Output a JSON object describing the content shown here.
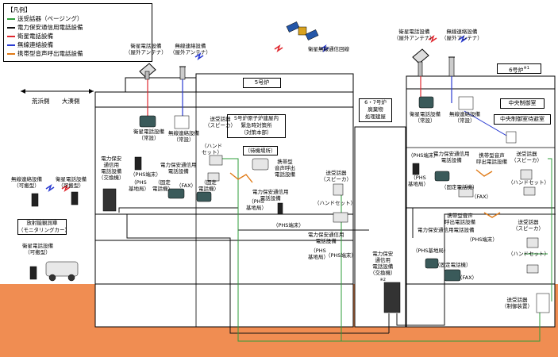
{
  "legend": {
    "title": "【凡例】",
    "items": [
      {
        "label": "送受話器（ページング）",
        "color": "#2e9d3a"
      },
      {
        "label": "電力保安通信用電話設備",
        "color": "#111111"
      },
      {
        "label": "衛星電話設備",
        "color": "#e0282f"
      },
      {
        "label": "無線連絡設備",
        "color": "#2a3bd1"
      },
      {
        "label": "携帯型音声呼出電話設備",
        "color": "#e07a16"
      }
    ]
  },
  "colors": {
    "ground": "#f08d52",
    "building": "#ffffff"
  },
  "labels": {
    "satellite": "衛星無線通信回線",
    "sat_phone_antenna_left": "衛星電話設備\n（屋外アンテナ）",
    "radio_antenna_left": "無線連絡設備\n（屋外アンテナ）",
    "sat_phone_antenna_right": "衛星電話設備\n（屋外アンテナ）",
    "radio_antenna_right": "無線連絡設備\n（屋外アンテナ）",
    "unit5": "5号炉",
    "unit6": "6号炉",
    "unit6_sup": "※1",
    "sea_side": "荒浜側",
    "mountain_side": "大湊側",
    "sat_phone_fixed_5": "衛星電話設備\n（常設）",
    "radio_fixed_5": "無線連絡設備\n（常設）",
    "hq_box": "5号炉原子炉建屋内\n緊急時対策所\n（対策本部）",
    "speaker_5": "送受話器\n（スピーカ）",
    "handset_5": "（ハンド\nセット）",
    "standby": "（待機場所）",
    "portable_voice_5": "携帯型\n音声呼出\n電話設備",
    "power_exchange_5": "電力保安\n通信用\n電話設備\n（交換機）",
    "phs_term_5": "（PHS端末）",
    "power_phone_5": "電力保安通信用\n電話設備",
    "phs_base_5": "（PHS\n基地局）",
    "fixed_phone_5": "（固定\n電話機）",
    "fax_5": "（FAX）",
    "fixed_phone_5b": "（固定\n電話機）",
    "power_phone_5b": "電力保安通信用\n電話設備",
    "phs_base_5b": "（PHS\n基地局）",
    "phs_term_5b": "（PHS端末）",
    "radio_portable": "無線連絡設備\n（可搬型）",
    "sat_phone_portable": "衛星電話設備\n（可搬型）",
    "monitoring_car": "放射能観測車\n（モニタリングカー）",
    "sat_phone_portable_car": "衛星電話設備\n（可搬型）",
    "waste_building": "6・7号炉\n廃棄物\n処理建屋",
    "speaker_waste": "送受話器\n（スピーカ）",
    "handset_waste": "（ハンドセット）",
    "power_phone_waste": "電力保安通信用\n電話設備",
    "phs_base_waste": "（PHS\n基地局）",
    "phs_term_waste": "（PHS端末）",
    "exchange_waste": "電力保安\n通信用\n電話設備\n（交換機）",
    "exchange_waste_sup": "※2",
    "central_control": "中央制御室",
    "central_control_ext": "中央制御室待避室",
    "sat_phone_fixed_6": "衛星電話設備\n（常設）",
    "radio_fixed_6": "無線連絡設備\n（常設）",
    "phs_term_6": "（PHS端末）",
    "power_phone_6": "電力保安通信用\n電話設備",
    "portable_voice_6": "携帯型音声\n呼出電話設備",
    "phs_base_6": "（PHS\n基地局）",
    "fixed_phone_6": "（固定電話機）",
    "fax_6": "（FAX）",
    "speaker_6": "送受話器\n（スピーカ）",
    "handset_6": "（ハンドセット）",
    "portable_voice_6b": "携帯型音声\n呼出電話設備",
    "power_phone_6b": "電力保安通信用電話設備",
    "phs_term_6b": "（PHS端末）",
    "phs_base_6b": "（PHS基地局）",
    "fixed_phone_6b": "（固定電話機）",
    "fax_6b": "（FAX）",
    "speaker_6b": "送受話器\n（スピーカ）",
    "handset_6b": "（ハンドセット）",
    "control_unit": "送受話器\n（制御装置）"
  }
}
